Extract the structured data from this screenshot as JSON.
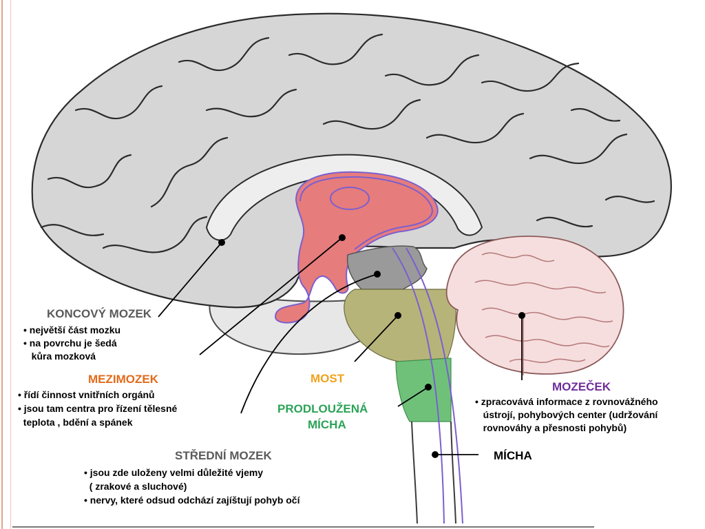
{
  "labels": {
    "koncovy": {
      "title": "KONCOVÝ MOZEK",
      "bullets": [
        "• největší  část mozku",
        "• na povrchu je šedá",
        "   kůra mozková"
      ]
    },
    "mezimozek": {
      "title": "MEZIMOZEK",
      "bullets": [
        "• řídí činnost vnitřních orgánů",
        "• jsou tam centra pro řízení tělesné",
        "  teplota , bdění a spánek"
      ]
    },
    "most": {
      "title": "MOST"
    },
    "prodlouzena": {
      "line1": "PRODLOUŽENÁ",
      "line2": "MÍCHA"
    },
    "mozecek": {
      "title": "MOZEČEK",
      "bullets": [
        "• zpracovává informace z rovnovážného",
        "   ústrojí, pohybových center (udržování",
        "   rovnováhy a přesnosti pohybů)"
      ]
    },
    "micha": {
      "title": "MÍCHA"
    },
    "stredni": {
      "title": "STŘEDNÍ MOZEK",
      "bullets": [
        "• jsou zde uloženy velmi důležité vjemy",
        "  ( zrakové a sluchové)",
        "• nervy, které odsud odchází zajíštují pohyb očí"
      ]
    }
  },
  "colors": {
    "cortex": "#d6d6d6",
    "cortex_outline": "#2b2b2b",
    "diencephalon": "#e67c7c",
    "midbrain": "#9a9a9a",
    "pons": "#b7b47a",
    "medulla": "#6fc17a",
    "cerebellum": "#f6dede",
    "pathway": "#7a5fd0"
  }
}
